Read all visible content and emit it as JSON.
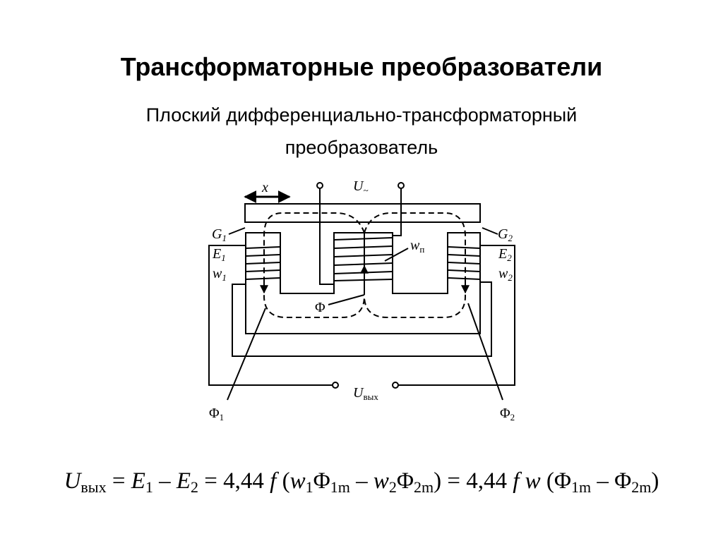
{
  "slide": {
    "title": "Трансформаторные преобразователи",
    "subtitle_line1": "Плоский дифференциально-трансформаторный",
    "subtitle_line2": "преобразователь"
  },
  "diagram": {
    "labels": {
      "x": "x",
      "U": "U",
      "U_sub": "~",
      "G1": "G",
      "G1_sub": "1",
      "G2": "G",
      "G2_sub": "2",
      "E1": "E",
      "E1_sub": "1",
      "E2": "E",
      "E2_sub": "2",
      "w1": "w",
      "w1_sub": "1",
      "w2": "w",
      "w2_sub": "2",
      "wp": "w",
      "wp_sub": "п",
      "Phi": "Φ",
      "Phi1": "Φ",
      "Phi1_sub": "1",
      "Phi2": "Φ",
      "Phi2_sub": "2",
      "Uout": "U",
      "Uout_sub": "вых"
    }
  },
  "formula": {
    "U": "U",
    "U_sub": "вых",
    "p1": " = ",
    "E1": "E",
    "E1_sub": "1",
    "p2": " – ",
    "E2": "E",
    "E2_sub": "2",
    "p3": " = 4,44 ",
    "f1": "f",
    "p4": " (",
    "w1": "w",
    "w1_sub": "1",
    "Phi1": "Φ",
    "Phi1_sub": "1m",
    "p5": " – ",
    "w2": "w",
    "w2_sub": "2",
    "Phi2": "Φ",
    "Phi2_sub": "2m",
    "p6": ") = 4,44 ",
    "f2": "f",
    "w": " w",
    "p7": " (",
    "Phi3": "Φ",
    "Phi3_sub": "1m",
    "p8": " – ",
    "Phi4": "Φ",
    "Phi4_sub": "2m",
    "p9": ")"
  }
}
